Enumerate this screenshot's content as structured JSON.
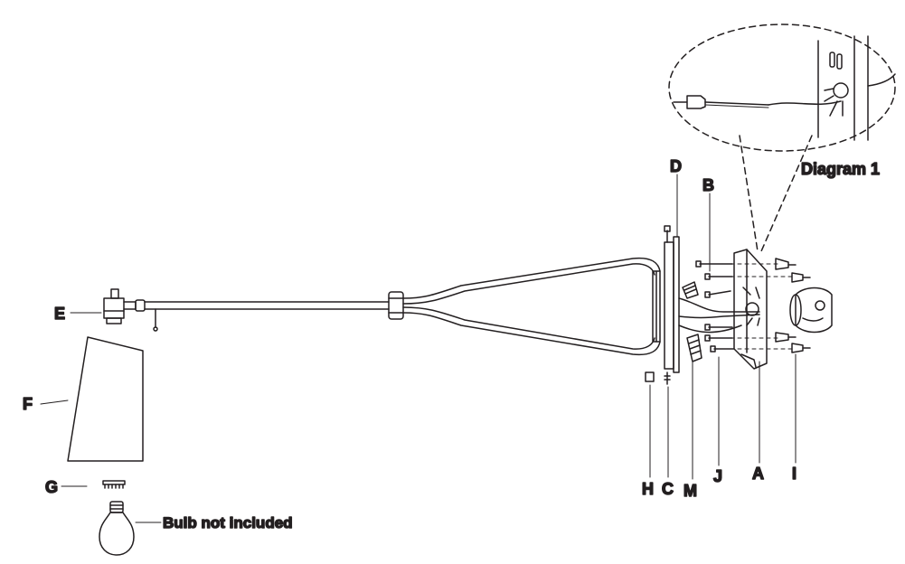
{
  "diagram": {
    "labels": {
      "A": "A",
      "B": "B",
      "C": "C",
      "D": "D",
      "E": "E",
      "F": "F",
      "G": "G",
      "H": "H",
      "I": "I",
      "J": "J",
      "M": "M"
    },
    "diagram_1_caption": "Diagram 1",
    "bulb_note": "Bulb not included"
  }
}
